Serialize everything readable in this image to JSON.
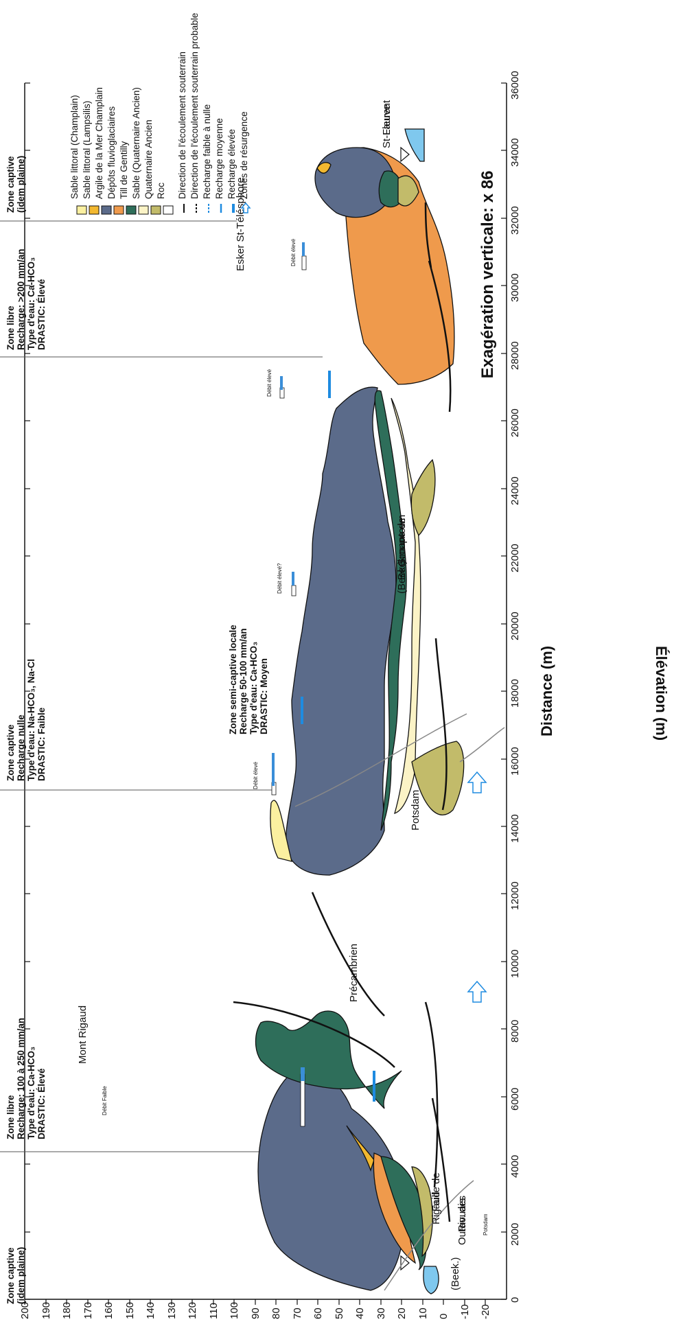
{
  "figure": {
    "vertical_exaggeration": "Exagération verticale: x 86"
  },
  "axes": {
    "ylabel": "Élévation (m)",
    "xlabel": "Distance (m)",
    "y_ticks": [
      "200",
      "190",
      "180",
      "170",
      "160",
      "150",
      "140",
      "130",
      "120",
      "110",
      "100",
      "90",
      "80",
      "70",
      "60",
      "50",
      "40",
      "30",
      "20",
      "10",
      "0",
      "-10",
      "-20"
    ],
    "x_ticks": [
      "0",
      "2000",
      "4000",
      "6000",
      "8000",
      "10000",
      "12000",
      "14000",
      "16000",
      "18000",
      "20000",
      "22000",
      "24000",
      "26000",
      "28000",
      "30000",
      "32000",
      "34000",
      "36000"
    ]
  },
  "zones": [
    {
      "lines": [
        "Zone captive",
        "(idem plaine)"
      ]
    },
    {
      "lines": [
        "Zone libre",
        "Recharge: 100 à 250 mm/an",
        "Type d'eau: Ca-HCO₃",
        "DRASTIC:  Élevé"
      ]
    },
    {
      "lines": [
        "Zone captive",
        "Recharge nulle",
        "Type d'eau: Na-HCO₃, Na-Cl",
        "DRASTIC:  Faible"
      ]
    },
    {
      "lines": [
        "Zone libre",
        "Recharge: >200 mm/an",
        "Type d'eau: Ca-HCO₃",
        "DRASTIC:  Élevé"
      ]
    },
    {
      "lines": [
        "Zone captive",
        "(idem plaine)"
      ]
    }
  ],
  "semi_captive": {
    "lines": [
      "Zone semi-captive locale",
      "Recharge 50-100 mm/an",
      "Type d'eau: Ca-HCO₃",
      "DRASTIC:  Moyen"
    ]
  },
  "legend": {
    "units": [
      {
        "label": "Sable littoral (Champlain)",
        "color": "#fbf0a0"
      },
      {
        "label": "Sable littoral (Lampsilis)",
        "color": "#f2b830"
      },
      {
        "label": "Argile de la Mer Champlain",
        "color": "#5b6b8a"
      },
      {
        "label": "Dépôts fluvioglaciaires",
        "color": "#ef9a4c"
      },
      {
        "label": "Till de Gentilly",
        "color": "#2e6e5a"
      },
      {
        "label": "Sable (Quaternaire Ancien)",
        "color": "#fbf3c6"
      },
      {
        "label": "Quaternaire Ancien",
        "color": "#c2bb6a"
      },
      {
        "label": "Roc",
        "color": "#ffffff"
      }
    ],
    "arrows": [
      "Direction de l'écoulement souterrain",
      "Direction de l'écoulement souterrain probable",
      "Recharge faible à nulle",
      "Recharge moyenne",
      "Recharge élevée",
      "Zones de résurgence"
    ]
  },
  "labels": {
    "mont_rigaud": "Mont Rigaud",
    "precambrien": "Précambrien",
    "potsdam": "Potsdam",
    "potsdam_small": "Potsdam",
    "beek_small": "(Beek.)",
    "faille_1": "Faille de",
    "faille_2": "Rigaud",
    "riv_1": "Riv. des",
    "riv_2": "Outaouais",
    "groupe_1": "Groupe de",
    "groupe_2": "Beekmantown",
    "groupe_3": "(Beek.)",
    "esker": "Esker St-Télésphore",
    "fleuve_1": "Fleuve",
    "fleuve_2": "St-Laurent"
  },
  "wells": [
    "Débit Faible",
    "Débit élevé",
    "Débit élevé?",
    "Débit élevé",
    "Débit élevé"
  ]
}
